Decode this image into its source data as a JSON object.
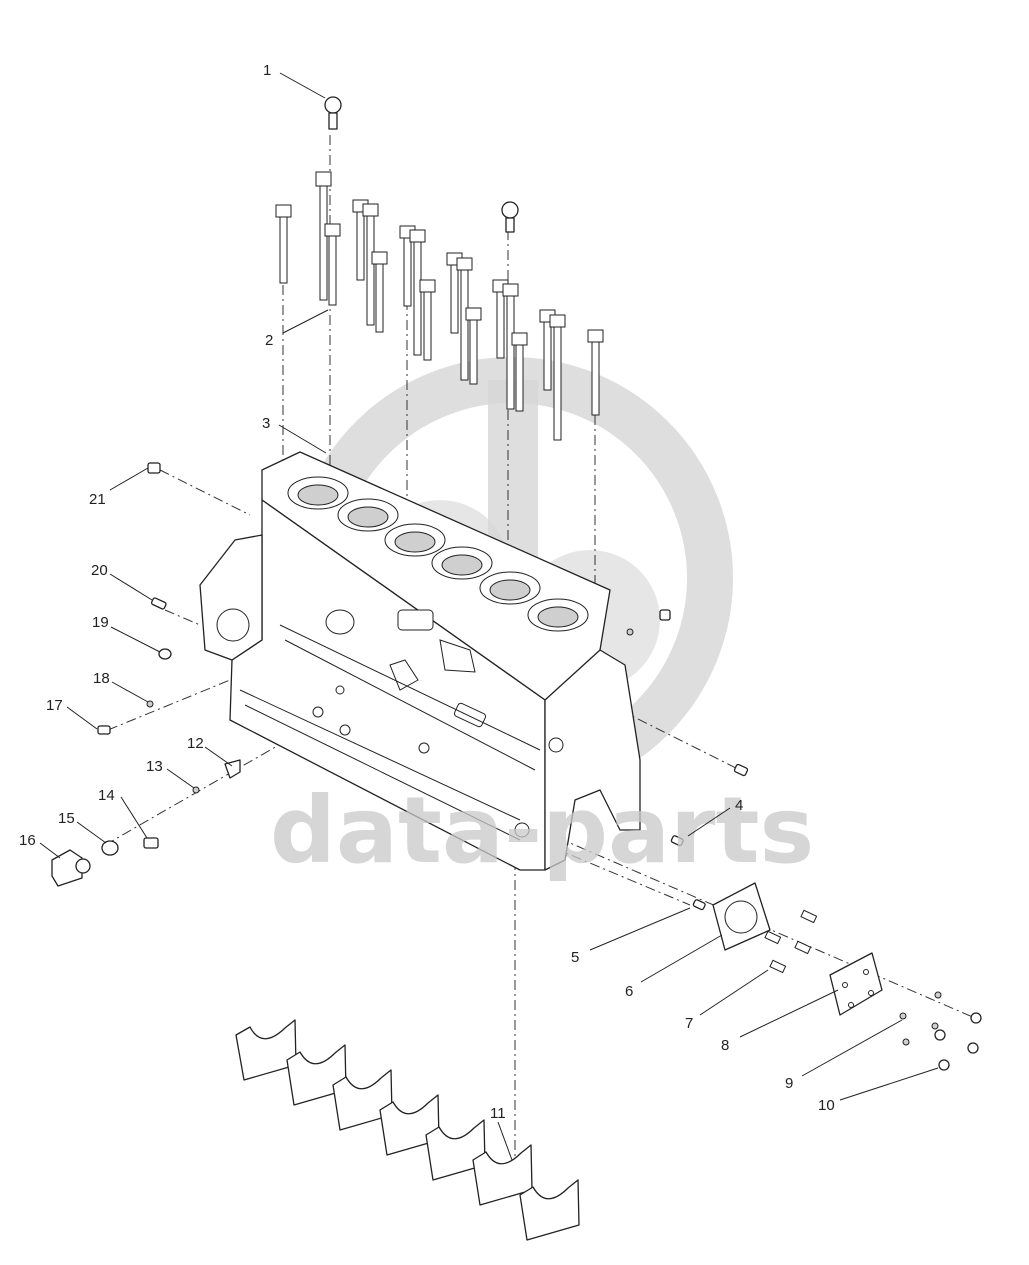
{
  "watermark": {
    "text": "data-parts",
    "color": "#c9c9c9"
  },
  "callouts": [
    {
      "label": "1"
    },
    {
      "label": "2"
    },
    {
      "label": "3"
    },
    {
      "label": "4"
    },
    {
      "label": "5"
    },
    {
      "label": "6"
    },
    {
      "label": "7"
    },
    {
      "label": "8"
    },
    {
      "label": "9"
    },
    {
      "label": "10"
    },
    {
      "label": "11"
    },
    {
      "label": "12"
    },
    {
      "label": "13"
    },
    {
      "label": "14"
    },
    {
      "label": "15"
    },
    {
      "label": "16"
    },
    {
      "label": "17"
    },
    {
      "label": "18"
    },
    {
      "label": "19"
    },
    {
      "label": "20"
    },
    {
      "label": "21"
    }
  ]
}
